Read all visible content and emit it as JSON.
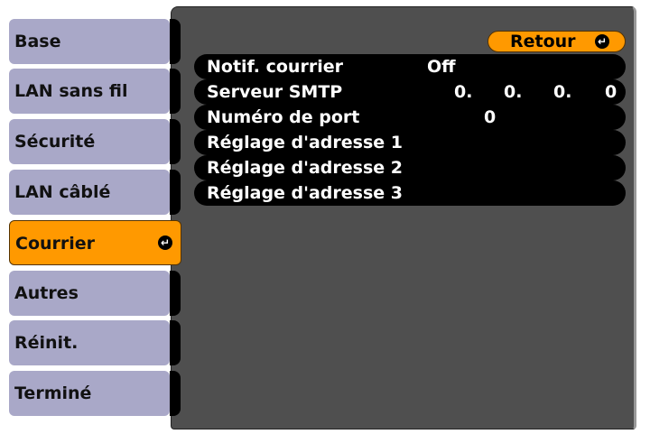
{
  "sidebar": {
    "items": [
      {
        "label": "Base"
      },
      {
        "label": "LAN sans fil"
      },
      {
        "label": "Sécurité"
      },
      {
        "label": "LAN câblé"
      },
      {
        "label": "Courrier",
        "selected": true
      },
      {
        "label": "Autres"
      },
      {
        "label": "Réinit."
      },
      {
        "label": "Terminé"
      }
    ]
  },
  "main": {
    "back_label": "Retour",
    "rows": [
      {
        "label": "Notif. courrier",
        "value": "Off"
      },
      {
        "label": "Serveur SMTP",
        "ip": [
          "0.",
          "0.",
          "0.",
          "0"
        ]
      },
      {
        "label": "Numéro de port",
        "value": "0"
      },
      {
        "label": "Réglage d'adresse 1"
      },
      {
        "label": "Réglage d'adresse 2"
      },
      {
        "label": "Réglage d'adresse 3"
      }
    ]
  },
  "colors": {
    "accent": "#ff9900",
    "nav": "#a9a8c8",
    "panel": "#4f4f4f"
  },
  "icons": {
    "enter": "enter-icon"
  }
}
